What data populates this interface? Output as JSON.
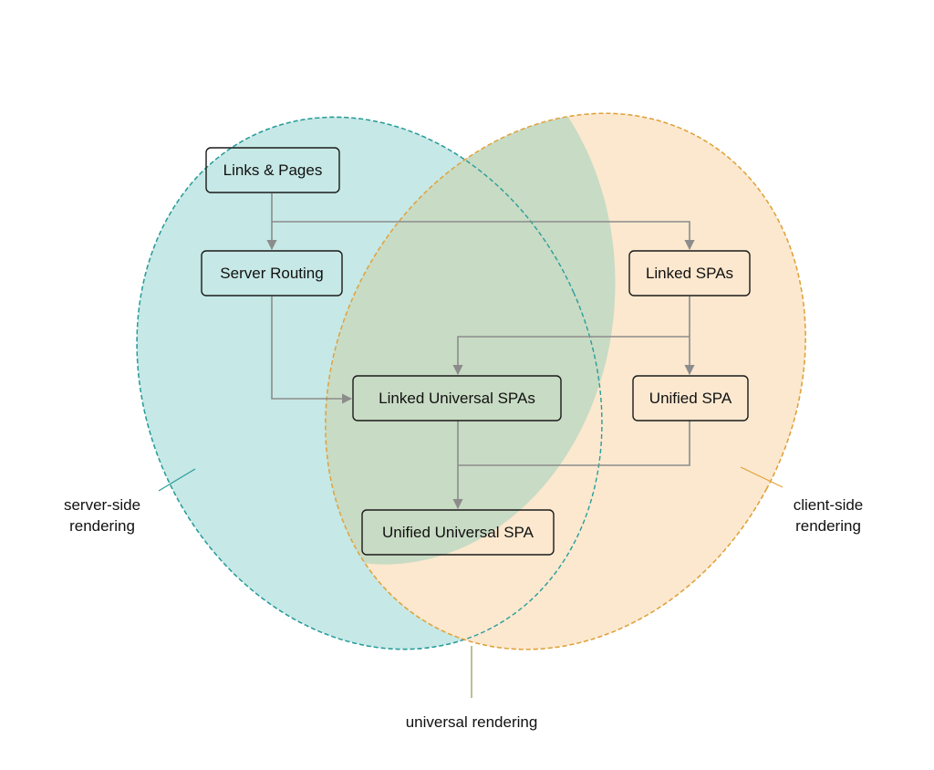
{
  "diagram": {
    "regions": {
      "server": {
        "label_line1": "server-side",
        "label_line2": "rendering",
        "fill": "#c6e8e6",
        "stroke": "#2a9d9b"
      },
      "client": {
        "label_line1": "client-side",
        "label_line2": "rendering",
        "fill": "#fbe8cf",
        "stroke": "#e0a23a"
      },
      "universal": {
        "label": "universal rendering",
        "fill": "#c8dbc4",
        "stroke": "#8a9a3a"
      }
    },
    "nodes": {
      "links_pages": "Links & Pages",
      "server_routing": "Server Routing",
      "linked_spas": "Linked SPAs",
      "linked_universal_spas": "Linked Universal SPAs",
      "unified_spa": "Unified SPA",
      "unified_universal_spa": "Unified Universal SPA"
    },
    "edge_color": "#8c8c8c"
  }
}
